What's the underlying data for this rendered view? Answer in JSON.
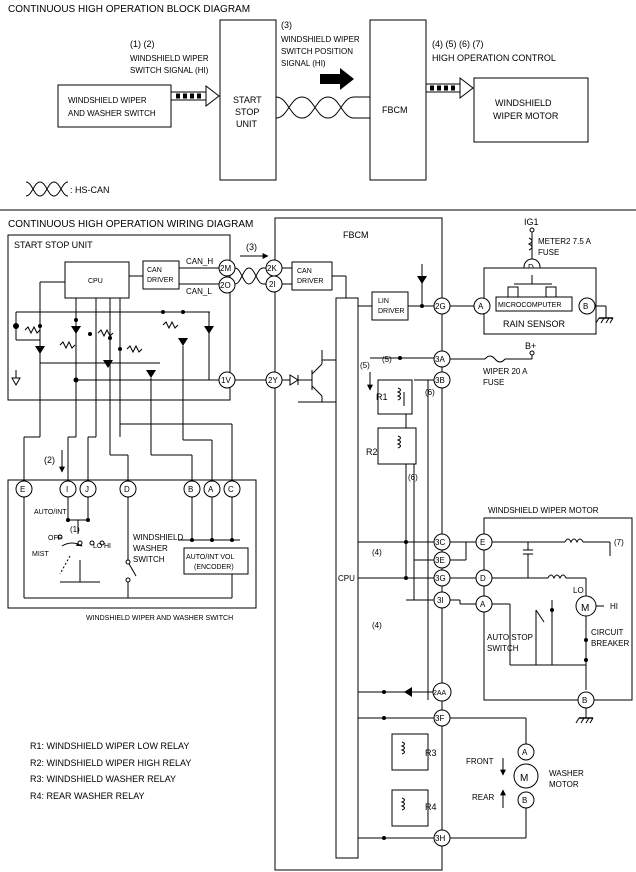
{
  "block_diagram": {
    "title": "CONTINUOUS HIGH OPERATION BLOCK DIAGRAM",
    "ref_1_2": "(1) (2)",
    "signal_1_line1": "WINDSHIELD WIPER",
    "signal_1_line2": "SWITCH SIGNAL (HI)",
    "ref_3": "(3)",
    "signal_2_line1": "WINDSHIELD WIPER",
    "signal_2_line2": "SWITCH POSITION",
    "signal_2_line3": "SIGNAL (HI)",
    "ref_4_7": "(4) (5) (6) (7)",
    "signal_3": "HIGH OPERATION CONTROL",
    "switch_line1": "WINDSHIELD WIPER",
    "switch_line2": "AND WASHER SWITCH",
    "ssu_line1": "START",
    "ssu_line2": "STOP",
    "ssu_line3": "UNIT",
    "fbcm": "FBCM",
    "motor_line1": "WINDSHIELD",
    "motor_line2": "WIPER MOTOR",
    "legend_hscan": ": HS-CAN"
  },
  "wiring_diagram": {
    "title": "CONTINUOUS HIGH OPERATION WIRING DIAGRAM",
    "ssu_title": "START STOP UNIT",
    "cpu": "CPU",
    "can_driver_l1": "CAN",
    "can_driver_l2": "DRIVER",
    "can_h": "CAN_H",
    "can_l": "CAN_L",
    "ref_3": "(3)",
    "ref_2": "(2)",
    "ref_1": "(1)",
    "ref_4a": "(4)",
    "ref_4b": "(4)",
    "ref_5": "(5)",
    "ref_5b": "(5)",
    "ref_6a": "(6)",
    "ref_6b": "(6)",
    "ref_7": "(7)",
    "fbcm_title": "FBCM",
    "fbcm_can_l1": "CAN",
    "fbcm_can_l2": "DRIVER",
    "lin_l1": "LIN",
    "lin_l2": "DRIVER",
    "fbcm_cpu": "CPU",
    "ig1": "IG1",
    "meter_fuse_l1": "METER2 7.5 A",
    "meter_fuse_l2": "FUSE",
    "microcomputer": "MICROCOMPUTER",
    "rain_sensor": "RAIN SENSOR",
    "b_plus": "B+",
    "wiper_fuse_l1": "WIPER 20 A",
    "wiper_fuse_l2": "FUSE",
    "r1": "R1",
    "r2": "R2",
    "r3": "R3",
    "r4": "R4",
    "switch_label_l1": "WINDSHIELD",
    "switch_label_l2": "WASHER",
    "switch_label_l3": "SWITCH",
    "auto_int": "AUTO/INT",
    "off": "OFF",
    "lo": "LO",
    "hi": "HI",
    "mist": "MIST",
    "encoder_l1": "AUTO/INT VOL",
    "encoder_l2": "(ENCODER)",
    "switch_caption": "WINDSHIELD WIPER AND WASHER SWITCH",
    "motor_title": "WINDSHIELD WIPER MOTOR",
    "motor_m": "M",
    "motor_lo": "LO",
    "motor_hi": "HI",
    "auto_stop_l1": "AUTO STOP",
    "auto_stop_l2": "SWITCH",
    "cb_l1": "CIRCUIT",
    "cb_l2": "BREAKER",
    "front": "FRONT",
    "rear": "REAR",
    "washer_l1": "WASHER",
    "washer_l2": "MOTOR",
    "washer_m": "M",
    "pins": {
      "p2M": "2M",
      "p2O": "2O",
      "p2K": "2K",
      "p2I": "2I",
      "p2G": "2G",
      "p1V": "1V",
      "p2Y": "2Y",
      "p3A": "3A",
      "p3B": "3B",
      "p3C": "3C",
      "p3E": "3E",
      "p3G": "3G",
      "p3I": "3I",
      "p2AA": "2AA",
      "p3F": "3F",
      "p3H": "3H",
      "sE": "E",
      "sI": "I",
      "sJ": "J",
      "sD": "D",
      "sB": "B",
      "sA": "A",
      "sC": "C",
      "rD": "D",
      "rA": "A",
      "rB": "B",
      "mE": "E",
      "mD": "D",
      "mA": "A",
      "mB": "B",
      "wA": "A",
      "wB": "B"
    },
    "legend": [
      "R1: WINDSHIELD WIPER LOW RELAY",
      "R2: WINDSHIELD WIPER HIGH RELAY",
      "R3: WINDSHIELD WASHER RELAY",
      "R4: REAR WASHER RELAY"
    ]
  }
}
